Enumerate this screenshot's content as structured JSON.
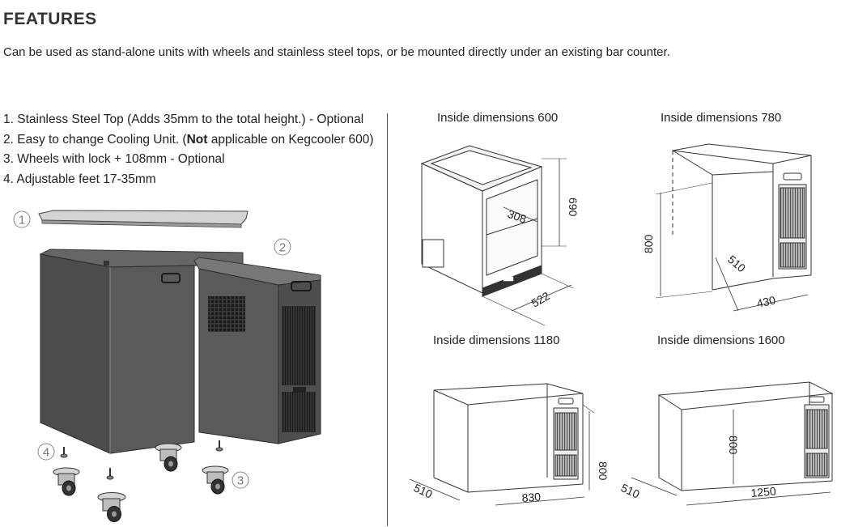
{
  "header": {
    "title": "FEATURES",
    "intro": "Can be used as stand-alone units with wheels and stainless steel tops, or be mounted directly under an existing bar counter."
  },
  "features": [
    {
      "before": "1. Stainless Steel Top (Adds 35mm to the total height.) - Optional",
      "bold": "",
      "after": ""
    },
    {
      "before": "2. Easy to change Cooling Unit. (",
      "bold": "Not",
      "after": " applicable on Kegcooler 600)"
    },
    {
      "before": "3. Wheels with lock + 108mm - Optional",
      "bold": "",
      "after": ""
    },
    {
      "before": "4. Adjustable feet 17-35mm",
      "bold": "",
      "after": ""
    }
  ],
  "callouts": [
    "1",
    "2",
    "3",
    "4"
  ],
  "diagrams": [
    {
      "title": "Inside dimensions 600",
      "dims": [
        "308",
        "690",
        "522"
      ]
    },
    {
      "title": "Inside dimensions 780",
      "dims": [
        "800",
        "510",
        "430"
      ]
    },
    {
      "title": "Inside dimensions 1180",
      "dims": [
        "510",
        "830",
        "800"
      ]
    },
    {
      "title": "Inside dimensions 1600",
      "dims": [
        "800",
        "510",
        "1250"
      ]
    }
  ]
}
